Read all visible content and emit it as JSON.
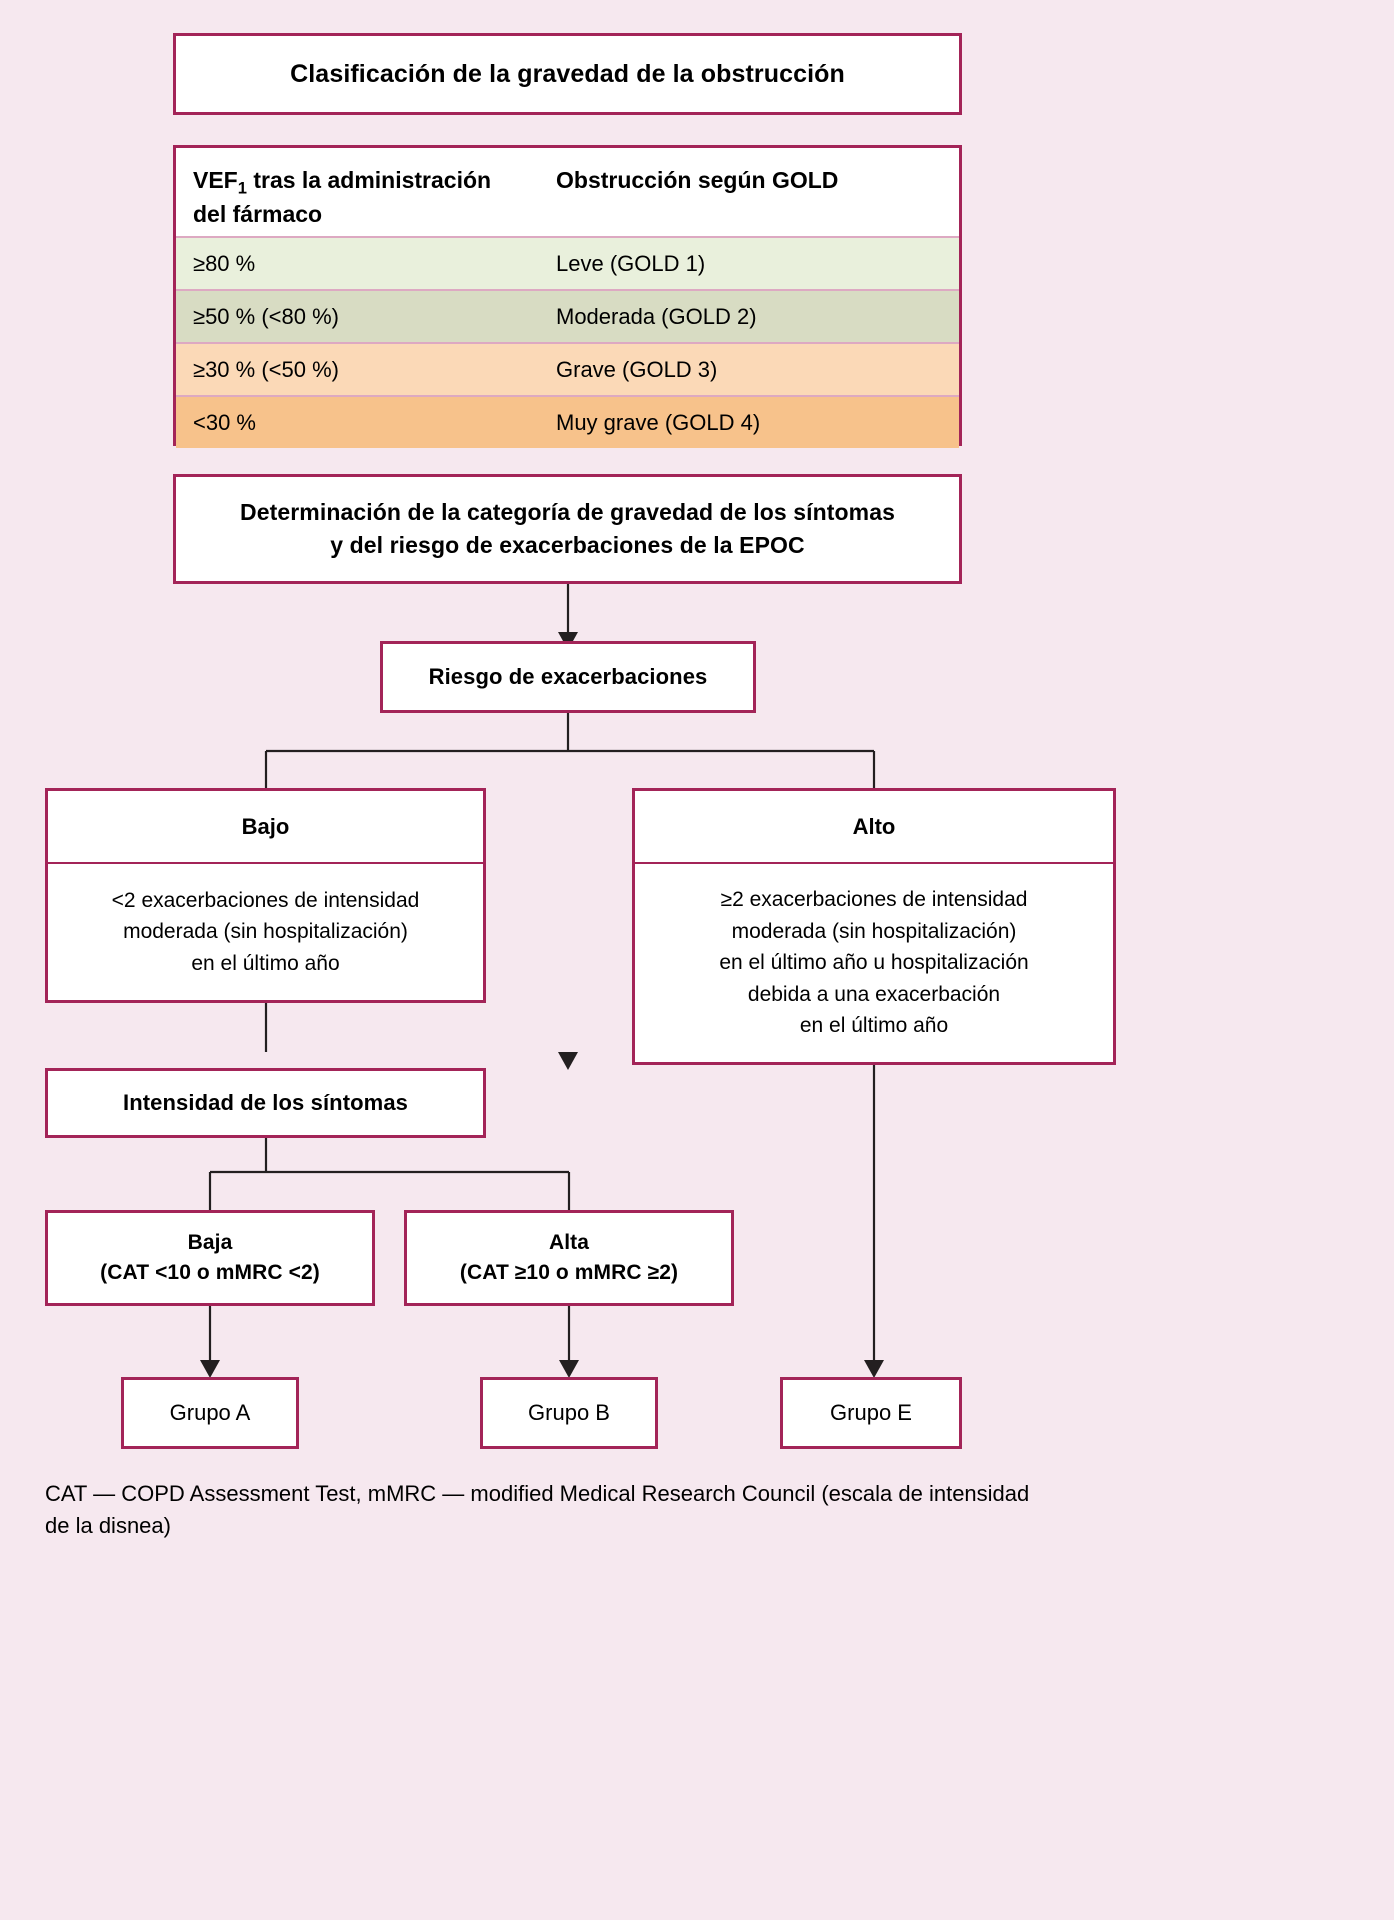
{
  "banner": {
    "clasificacion": "Clasificación de la gravedad de la obstrucción",
    "determinacion_line1": "Determinación de la categoría de gravedad de los síntomas",
    "determinacion_line2": "y del riesgo de exacerbaciones de la EPOC"
  },
  "table": {
    "headers": {
      "col1_line1": "VEF",
      "col1_sub": "1",
      "col1_line1b": " tras la administración",
      "col1_line2": "del fármaco",
      "col2": "Obstrucción según GOLD"
    },
    "rows": [
      {
        "vef": "≥80 %",
        "gold": "Leve (GOLD 1)",
        "color": "#e9f0dc"
      },
      {
        "vef": "≥50 % (<80 %)",
        "gold": "Moderada (GOLD 2)",
        "color": "#d8dcc3"
      },
      {
        "vef": "≥30 % (<50 %)",
        "gold": "Grave (GOLD 3)",
        "color": "#fbd9b7"
      },
      {
        "vef": "<30 %",
        "gold": "Muy grave (GOLD 4)",
        "color": "#f7c28b"
      }
    ]
  },
  "flow": {
    "riesgo": "Riesgo de exacerbaciones",
    "bajo": {
      "title": "Bajo",
      "line1": "<2 exacerbaciones de intensidad",
      "line2": "moderada (sin hospitalización)",
      "line3": "en el último año"
    },
    "alto": {
      "title": "Alto",
      "line1": "≥2 exacerbaciones de intensidad",
      "line2": "moderada (sin hospitalización)",
      "line3": "en el último año u hospitalización",
      "line4": "debida a una exacerbación",
      "line5": "en el último año"
    },
    "intensidad": "Intensidad de los síntomas",
    "baja": {
      "line1": "Baja",
      "line2": "(CAT <10 o mMRC <2)"
    },
    "alta": {
      "line1": "Alta",
      "line2": "(CAT ≥10 o mMRC ≥2)"
    },
    "grupo_a": "Grupo A",
    "grupo_b": "Grupo B",
    "grupo_e": "Grupo E"
  },
  "footnote": {
    "line1": "CAT — COPD Assessment Test, mMRC — modified Medical Research Council (escala de intensidad",
    "line2": "de la disnea)"
  },
  "colors": {
    "background": "#f6e8ef",
    "border": "#a32458",
    "inner_rule": "#dda9c2",
    "connector": "#231f20"
  }
}
